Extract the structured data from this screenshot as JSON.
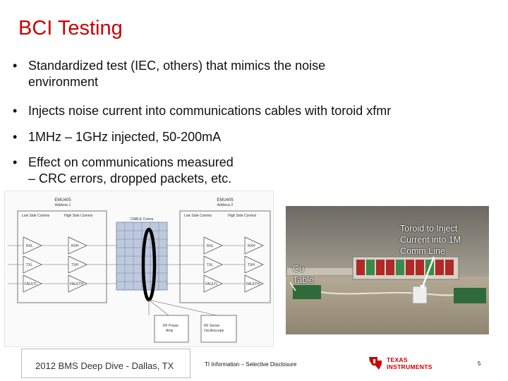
{
  "slide": {
    "title": "BCI Testing",
    "bullets": [
      {
        "marker": "•",
        "lines": [
          "Standardized test (IEC, others) that mimics the noise",
          "environment"
        ]
      },
      {
        "marker": "•",
        "lines": [
          "Injects noise current into communications cables with toroid xfmr"
        ]
      },
      {
        "marker": "•",
        "lines": [
          "1MHz – 1GHz injected, 50-200mA"
        ]
      },
      {
        "marker": "•",
        "lines": [
          "Effect on communications measured",
          "– CRC errors, dropped packets, etc."
        ]
      }
    ]
  },
  "diagram": {
    "left_chip": {
      "name": "EMU405",
      "address": "Address 1"
    },
    "right_chip": {
      "name": "EMU405",
      "address": "Address 2"
    },
    "left_labels": {
      "low": "Low Side Comms",
      "high": "High Side Comms"
    },
    "right_labels": {
      "low": "Low Side Comms",
      "high": "High Side Comms"
    },
    "cable_label": "CABLE Comm",
    "blocks_left": [
      "RXL",
      "RXH",
      "TXL",
      "TXH",
      "FAULTL",
      "FAULTH"
    ],
    "blocks_right": [
      "RXL",
      "RXH",
      "TXL",
      "TXH",
      "FAULTL",
      "FAULTH"
    ],
    "rf_power": {
      "line1": "RF Power",
      "line2": "Amp"
    },
    "rf_sense": {
      "line1": "RF Sense",
      "line2": "Oscilloscope"
    }
  },
  "photo": {
    "toroid_label": [
      "Toroid to Inject",
      "Current into 1M",
      "Comm Line"
    ],
    "cu_table_label": [
      "Cu",
      "Table"
    ]
  },
  "footer": {
    "event": "2012 BMS Deep Dive - Dallas, TX",
    "classification": "TI Information – Selective Disclosure",
    "logo_line1": "TEXAS",
    "logo_line2": "INSTRUMENTS",
    "page": "5"
  },
  "colors": {
    "title": "#cc0000",
    "toroid": "#000000",
    "cable": "#6b7fa8"
  }
}
